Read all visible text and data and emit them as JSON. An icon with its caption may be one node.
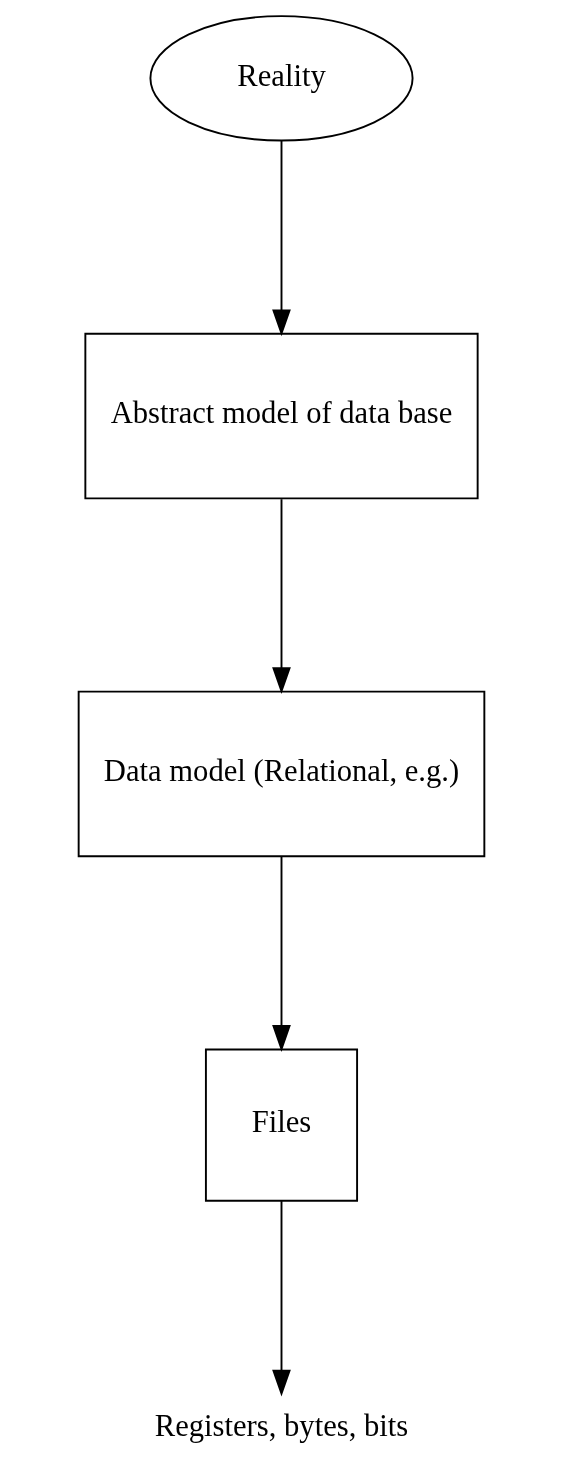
{
  "diagram": {
    "nodes": [
      {
        "text": [
          "Reality"
        ]
      },
      {
        "text": [
          "Abstract model of data base"
        ]
      },
      {
        "text": [
          "Data model (Relational, e.g.)"
        ]
      },
      {
        "text": [
          "Files"
        ]
      },
      {
        "text": [
          "Registers, bytes, bits"
        ]
      }
    ],
    "edges": [
      {
        "from": 0,
        "to": 1,
        "arrow": "to"
      },
      {
        "from": 1,
        "to": 2,
        "arrow": "to"
      },
      {
        "from": 2,
        "to": 3,
        "arrow": "to"
      },
      {
        "from": 3,
        "to": 4,
        "arrow": "to"
      }
    ]
  }
}
